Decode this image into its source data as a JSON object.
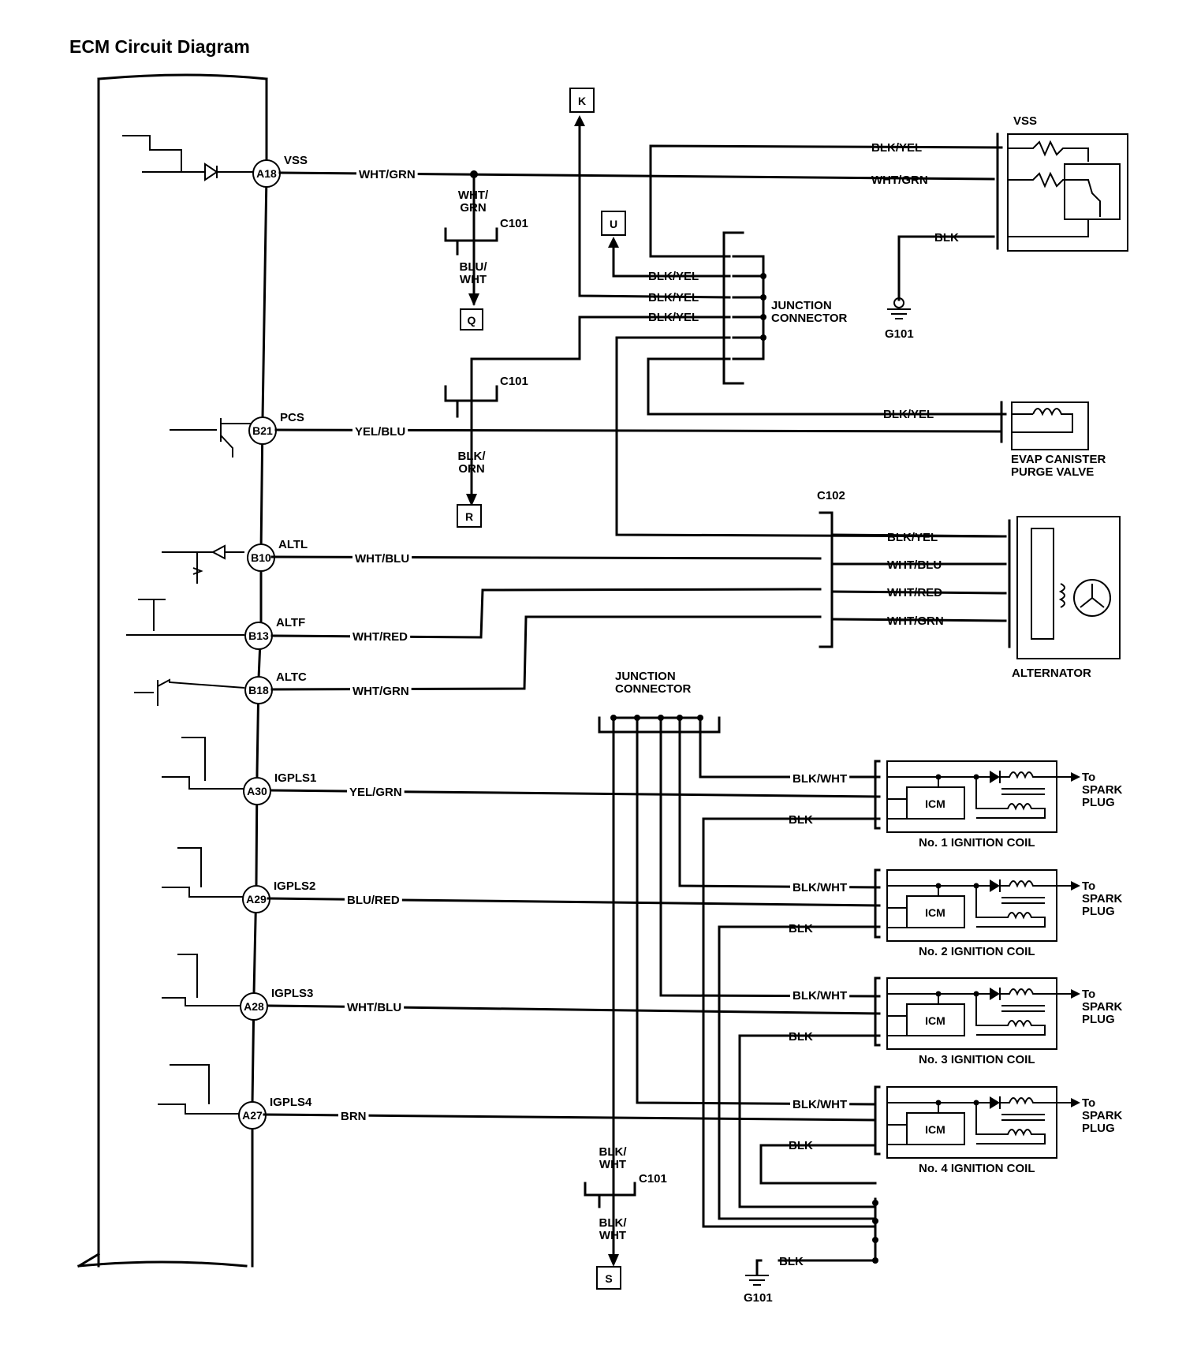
{
  "title": "ECM Circuit Diagram",
  "ecm_pins": [
    {
      "pin": "A18",
      "signal": "VSS",
      "wire": "WHT/GRN"
    },
    {
      "pin": "B21",
      "signal": "PCS",
      "wire": "YEL/BLU"
    },
    {
      "pin": "B10",
      "signal": "ALTL",
      "wire": "WHT/BLU"
    },
    {
      "pin": "B13",
      "signal": "ALTF",
      "wire": "WHT/RED"
    },
    {
      "pin": "B18",
      "signal": "ALTC",
      "wire": "WHT/GRN"
    },
    {
      "pin": "A30",
      "signal": "IGPLS1",
      "wire": "YEL/GRN"
    },
    {
      "pin": "A29",
      "signal": "IGPLS2",
      "wire": "BLU/RED"
    },
    {
      "pin": "A28",
      "signal": "IGPLS3",
      "wire": "WHT/BLU"
    },
    {
      "pin": "A27",
      "signal": "IGPLS4",
      "wire": "BRN"
    }
  ],
  "refs": {
    "k": "K",
    "u": "U",
    "q": "Q",
    "r": "R",
    "s": "S"
  },
  "connectors": {
    "c101": "C101",
    "c102": "C102",
    "g101": "G101"
  },
  "wires": {
    "wht_grn_split": "WHT/\nGRN",
    "blu_wht": "BLU/\nWHT",
    "blk_orn": "BLK/\nORN",
    "blk_wht_split": "BLK/\nWHT",
    "blk_yel": "BLK/YEL",
    "blk": "BLK",
    "blk_wht": "BLK/WHT",
    "wht_grn": "WHT/GRN",
    "wht_blu": "WHT/BLU",
    "wht_red": "WHT/RED"
  },
  "components": {
    "vss": "VSS",
    "junction_connector": "JUNCTION\nCONNECTOR",
    "evap": "EVAP CANISTER\nPURGE VALVE",
    "alternator": "ALTERNATOR",
    "icm": "ICM",
    "to_spark_plug": "To\nSPARK\nPLUG",
    "coils": [
      "No. 1 IGNITION COIL",
      "No. 2 IGNITION COIL",
      "No. 3 IGNITION COIL",
      "No. 4 IGNITION COIL"
    ]
  }
}
